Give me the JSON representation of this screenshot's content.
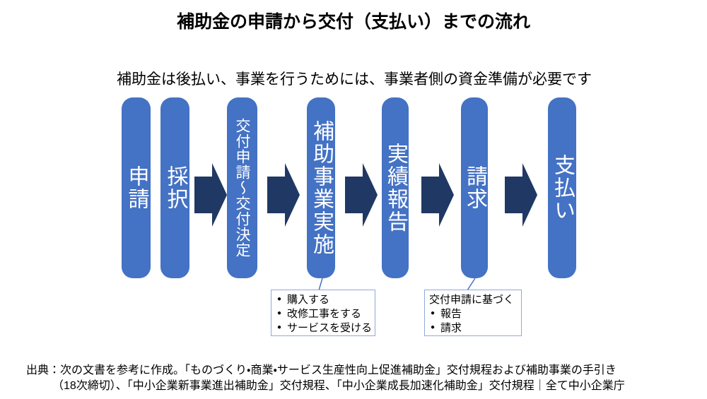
{
  "title": "補助金の申請から交付（支払い）までの流れ",
  "subtitle": "補助金は後払い、事業を行うためには、事業者側の資金準備が必要です",
  "bullet_glyph": "●",
  "colors": {
    "bar": "#4472C4",
    "arrow": "#203864",
    "connector": "#4472C4",
    "box_border": "#8FAADC"
  },
  "flow": {
    "steps": [
      {
        "label": "申請"
      },
      {
        "label": "採択"
      },
      {
        "label": "交付申請～交付決定"
      },
      {
        "label": "補助事業実施"
      },
      {
        "label": "実績報告"
      },
      {
        "label": "請求"
      },
      {
        "label": "支払い"
      }
    ]
  },
  "annotations": [
    {
      "attached_to": "補助事業実施",
      "title": "",
      "bullets": [
        "購入する",
        "改修工事をする",
        "サービスを受ける"
      ]
    },
    {
      "attached_to": "請求",
      "title": "交付申請に基づく",
      "bullets": [
        "報告",
        "請求"
      ]
    }
  ],
  "source": {
    "line1": "出典：次の文書を参考に作成。「ものづくり・商業・サービス生産性向上促進補助金」交付規程および補助事業の手引き",
    "line2": "（18次締切）、「中小企業新事業進出補助金」交付規程、「中小企業成長加速化補助金」交付規程｜全て中小企業庁"
  }
}
